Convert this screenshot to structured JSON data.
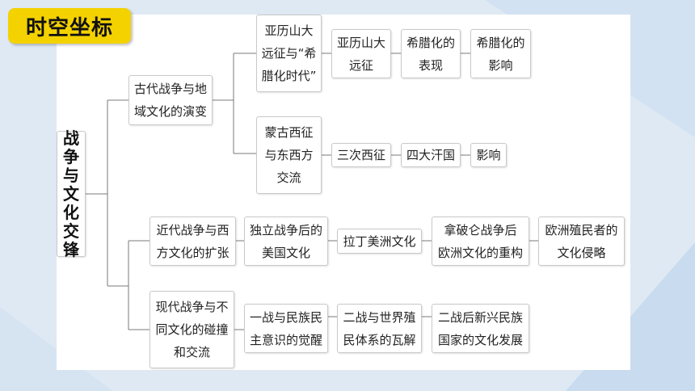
{
  "badge": {
    "label": "时空坐标"
  },
  "root": {
    "label": "战\n争\n与\n文\n化\n交\n锋"
  },
  "branch1": {
    "label": "古代战争与地\n域文化的演变",
    "sub1": {
      "label": "亚历山大\n远征与“希\n腊化时代”",
      "items": [
        "亚历山大\n远征",
        "希腊化的\n表现",
        "希腊化的\n影响"
      ]
    },
    "sub2": {
      "label": "蒙古西征\n与东西方\n交流",
      "items": [
        "三次西征",
        "四大汗国",
        "影响"
      ]
    }
  },
  "branch2": {
    "label": "近代战争与西\n方文化的扩张",
    "items": [
      "独立战争后的\n美国文化",
      "拉丁美洲文化",
      "拿破仑战争后\n欧洲文化的重构",
      "欧洲殖民者的\n文化侵略"
    ]
  },
  "branch3": {
    "label": "现代战争与不\n同文化的碰撞\n和交流",
    "items": [
      "一战与民族民\n主意识的觉醒",
      "二战与世界殖\n民体系的瓦解",
      "二战后新兴民族\n国家的文化发展"
    ]
  }
}
